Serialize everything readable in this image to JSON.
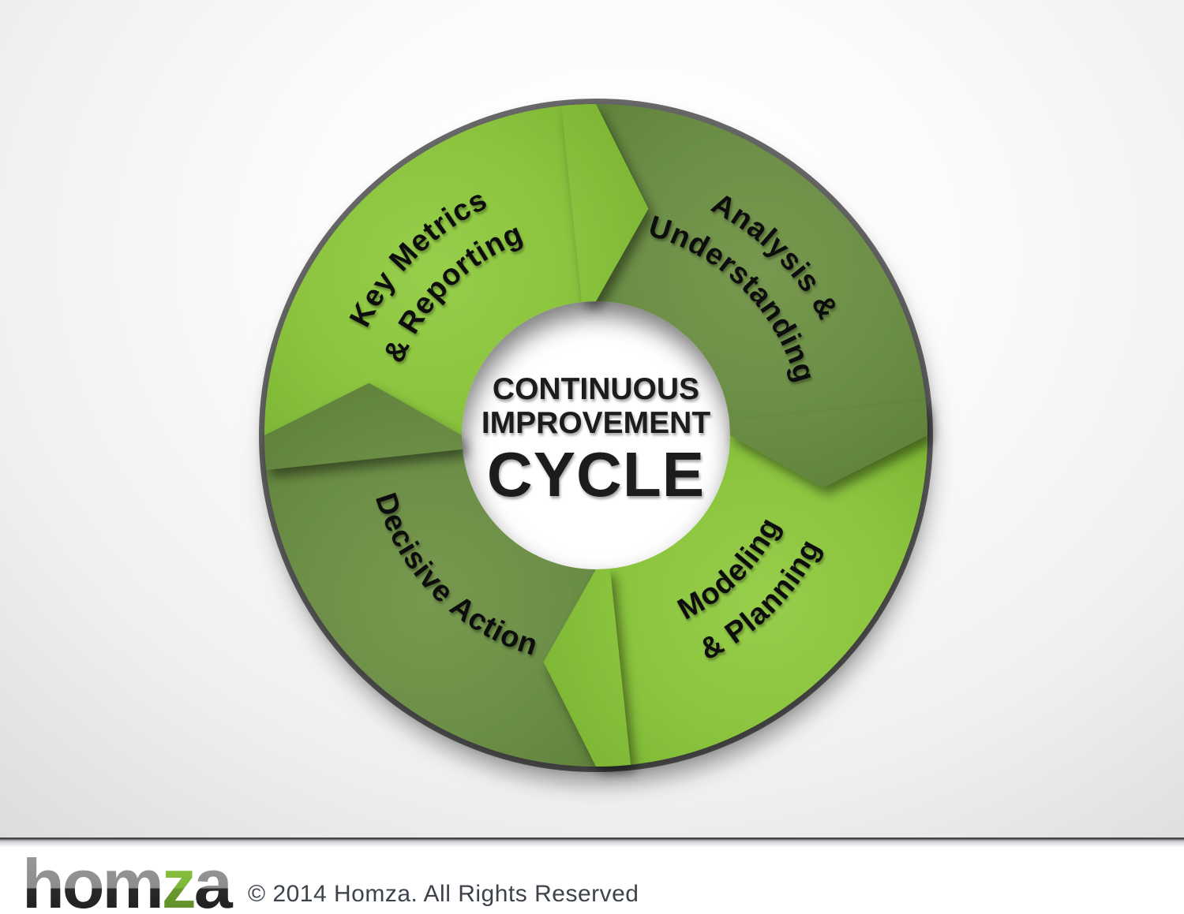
{
  "diagram": {
    "center": {
      "line1": "CONTINUOUS",
      "line2": "IMPROVEMENT",
      "line3": "CYCLE"
    },
    "segments": [
      {
        "name": "Key Metrics & Reporting",
        "line1": "Key Metrics",
        "line2": "& Reporting",
        "tone": "light",
        "position": "top-left"
      },
      {
        "name": "Analysis & Understanding",
        "line1": "Analysis &",
        "line2": "Understanding",
        "tone": "dark",
        "position": "top-right"
      },
      {
        "name": "Modeling & Planning",
        "line1": "Modeling",
        "line2": "& Planning",
        "tone": "light",
        "position": "bottom-right"
      },
      {
        "name": "Decisive Action",
        "line1": "Decisive Action",
        "line2": "",
        "tone": "dark",
        "position": "bottom-left"
      }
    ],
    "flow": "clockwise",
    "colors": {
      "light_green": "#8BC43E",
      "dark_green": "#6C8E46",
      "label_text": "#101010",
      "center_text": "#1a1a1a",
      "rim_gray": "#6a6a6a",
      "center_circle": "#ffffff"
    }
  },
  "footer": {
    "logo": {
      "part1": "hom",
      "accent": "z",
      "part2": "a",
      "accent_color": "#8CC63F"
    },
    "copyright": "© 2014 Homza. All Rights Reserved"
  }
}
